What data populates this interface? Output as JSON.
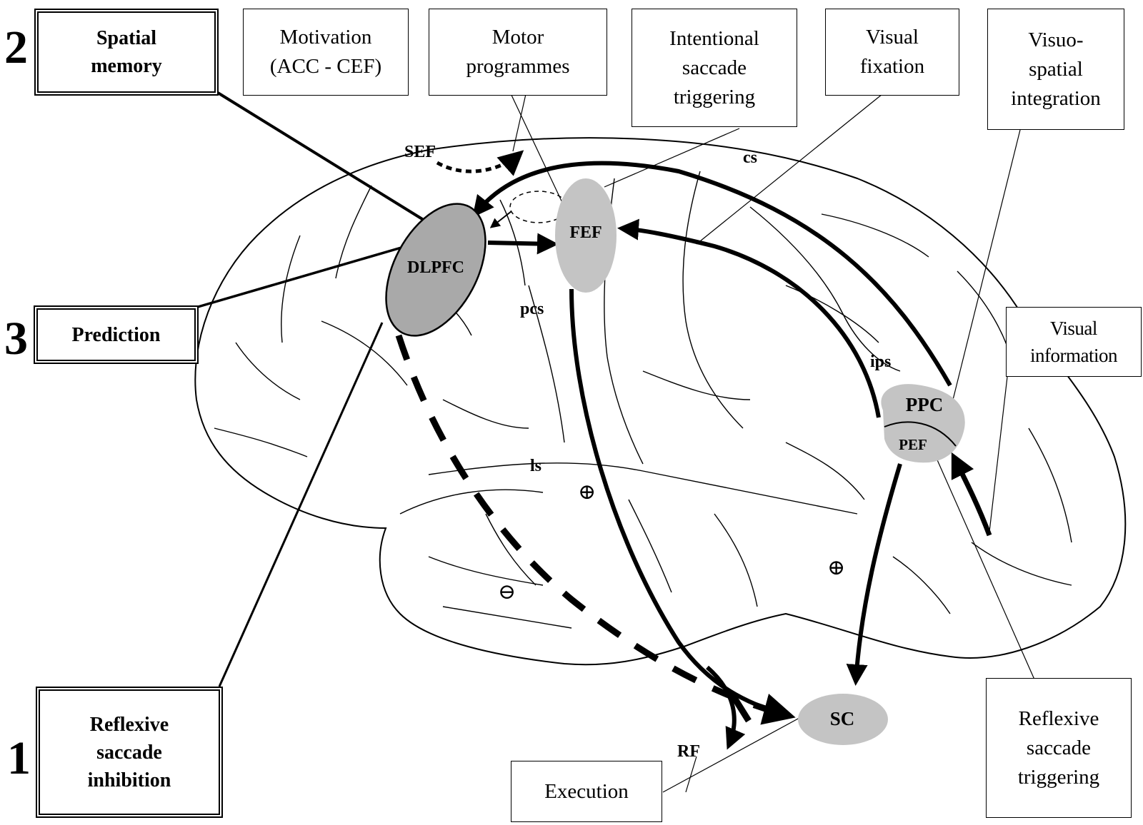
{
  "numbers": {
    "two": "2",
    "three": "3",
    "one": "1"
  },
  "boxes": {
    "spatial_memory": "Spatial\nmemory",
    "prediction": "Prediction",
    "reflexive_inhibition": "Reflexive\nsaccade\ninhibition",
    "motivation": "Motivation\n(ACC - CEF)",
    "motor_programmes": "Motor\nprogrammes",
    "intentional_triggering": "Intentional\nsaccade\ntriggering",
    "visual_fixation": "Visual\nfixation",
    "visuospatial": "Visuo-\nspatial\nintegration",
    "visual_information": "Visual\ninformation",
    "reflexive_triggering": "Reflexive\nsaccade\ntriggering",
    "execution": "Execution"
  },
  "regions": {
    "dlpfc": "DLPFC",
    "fef": "FEF",
    "ppc": "PPC",
    "pef": "PEF",
    "sc": "SC"
  },
  "labels": {
    "sef": "SEF",
    "cs": "cs",
    "pcs": "pcs",
    "ips": "ips",
    "ls": "ls",
    "rf": "RF"
  },
  "signs": {
    "plus": "⊕",
    "minus": "⊖"
  },
  "colors": {
    "region_light": "#c4c4c4",
    "region_dark": "#a9a9a9",
    "ink": "#000000"
  }
}
